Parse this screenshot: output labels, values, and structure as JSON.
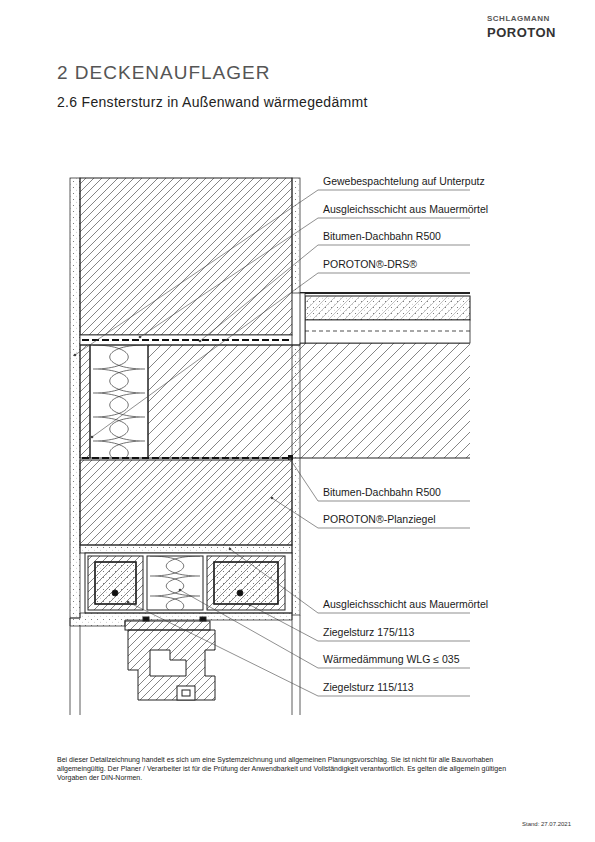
{
  "diagram": {
    "title": "2 DECKENAUFLAGER",
    "caption": "Bei dieser Detailzeichnung handelt es sich um eine Systemzeichnung und allgemeinen Planungsvorschlag. Sie ist nicht für alle Bauvorhaben allgemeingültig. Der Planer / Verarbeiter ist für die Prüfung der Anwendbarkeit und Vollständigkeit verantwortlich. Es gelten die allgemein gültigen Vorgaben der DIN-Normen.",
    "labels": [
      "SCHLAGMANN",
      "POROTON",
      "2.6 Fenstersturz in Außenwand wärmegedämmt",
      "Gewebespachtelung auf Unterputz",
      "Ausgleichsschicht aus Mauermörtel",
      "Bitumen-Dachbahn R500",
      "POROTON®-DRS®",
      "Bitumen-Dachbahn R500",
      "POROTON®-Planziegel",
      "Ausgleichsschicht aus Mauermörtel",
      "Ziegelsturz 175/113",
      "Wärmedämmung WLG ≤ 035",
      "Ziegelsturz 115/113",
      "Stand: 27.07.2021"
    ]
  }
}
